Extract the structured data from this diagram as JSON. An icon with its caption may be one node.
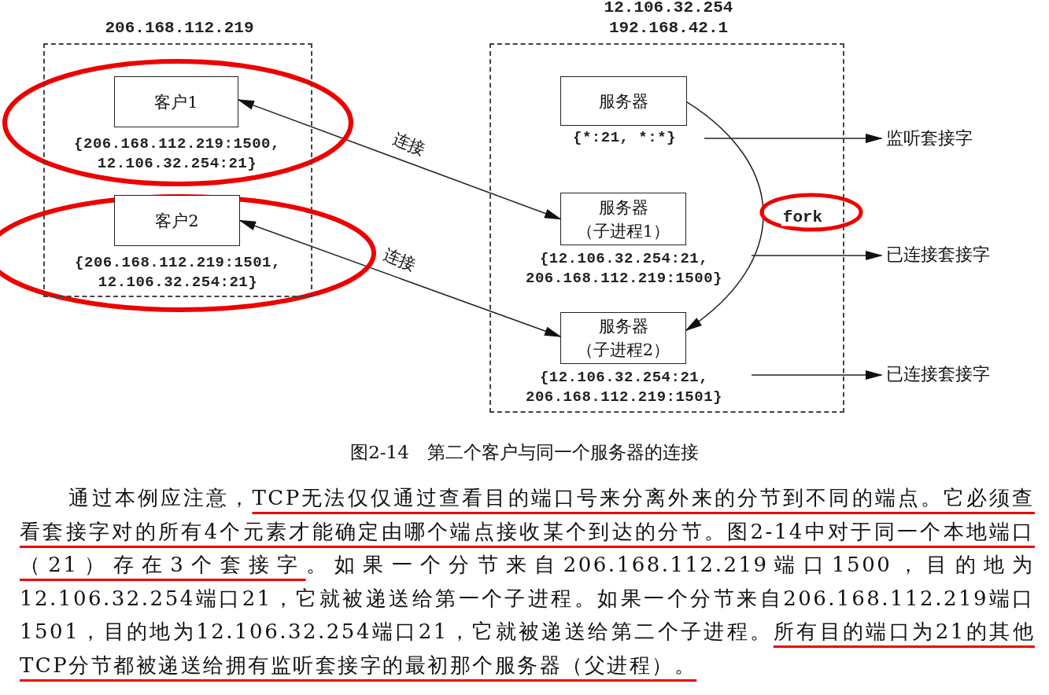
{
  "diagram": {
    "caption": "图2-14　第二个客户与同一个服务器的连接",
    "nodes": [
      {
        "text": [
          "206.168.112.219"
        ]
      },
      {
        "text": [
          "客户1"
        ],
        "in": 0,
        "beside": [
          "{206.168.112.219:1500, 12.106.32.254:21}"
        ]
      },
      {
        "text": [
          "客户2"
        ],
        "in": 0,
        "beside": [
          "{206.168.112.219:1501, 12.106.32.254:21}"
        ]
      },
      {
        "text": [
          "12.106.32.254 192.168.42.1"
        ]
      },
      {
        "text": [
          "服务器"
        ],
        "in": 3,
        "beside": [
          "{*:21, *:*}"
        ]
      },
      {
        "text": [
          "服务器",
          "（子进程1）"
        ],
        "in": 3,
        "beside": [
          "{12.106.32.254:21, 206.168.112.219:1500}"
        ]
      },
      {
        "text": [
          "服务器",
          "（子进程2）"
        ],
        "in": 3,
        "beside": [
          "{12.106.32.254:21, 206.168.112.219:1501}"
        ]
      },
      {
        "text": [
          "监听套接字"
        ]
      },
      {
        "text": [
          "已连接套接字"
        ]
      },
      {
        "text": [
          "已连接套接字"
        ]
      }
    ],
    "edges": [
      {
        "from": 1,
        "to": 5,
        "arrow": "both",
        "label": "连接"
      },
      {
        "from": 2,
        "to": 6,
        "arrow": "both",
        "label": "连接"
      },
      {
        "from": 4,
        "to": 6,
        "arrow": "to",
        "label": "fork"
      },
      {
        "from": 4,
        "to": 7,
        "arrow": "to"
      },
      {
        "from": 5,
        "to": 8,
        "arrow": "to"
      },
      {
        "from": 6,
        "to": 9,
        "arrow": "to"
      }
    ],
    "labels": [
      "通过本例应注意，",
      "TCP无法仅仅通过查看目的端口号来分离外来的分节到不同的端点。它必须查看套接字对的所有4个元素才能确定由哪个端点接收某个到达的分节。",
      "图2-14中对于同一个本地端口（21）存在3个套接字",
      "。如果一个分节来自206.168.112.219端口1500，目的地为12.106.32.254端口21，它就被递送给第一个子进程。如果一个分节来自206.168.112.219端口1501，目的地为12.106.32.254端口21，它就被递送给第二个子进程。",
      "所有目的端口为21的其他TCP分节都被递送给拥有监听套接字的最初那个服务器（父进程）。"
    ]
  }
}
